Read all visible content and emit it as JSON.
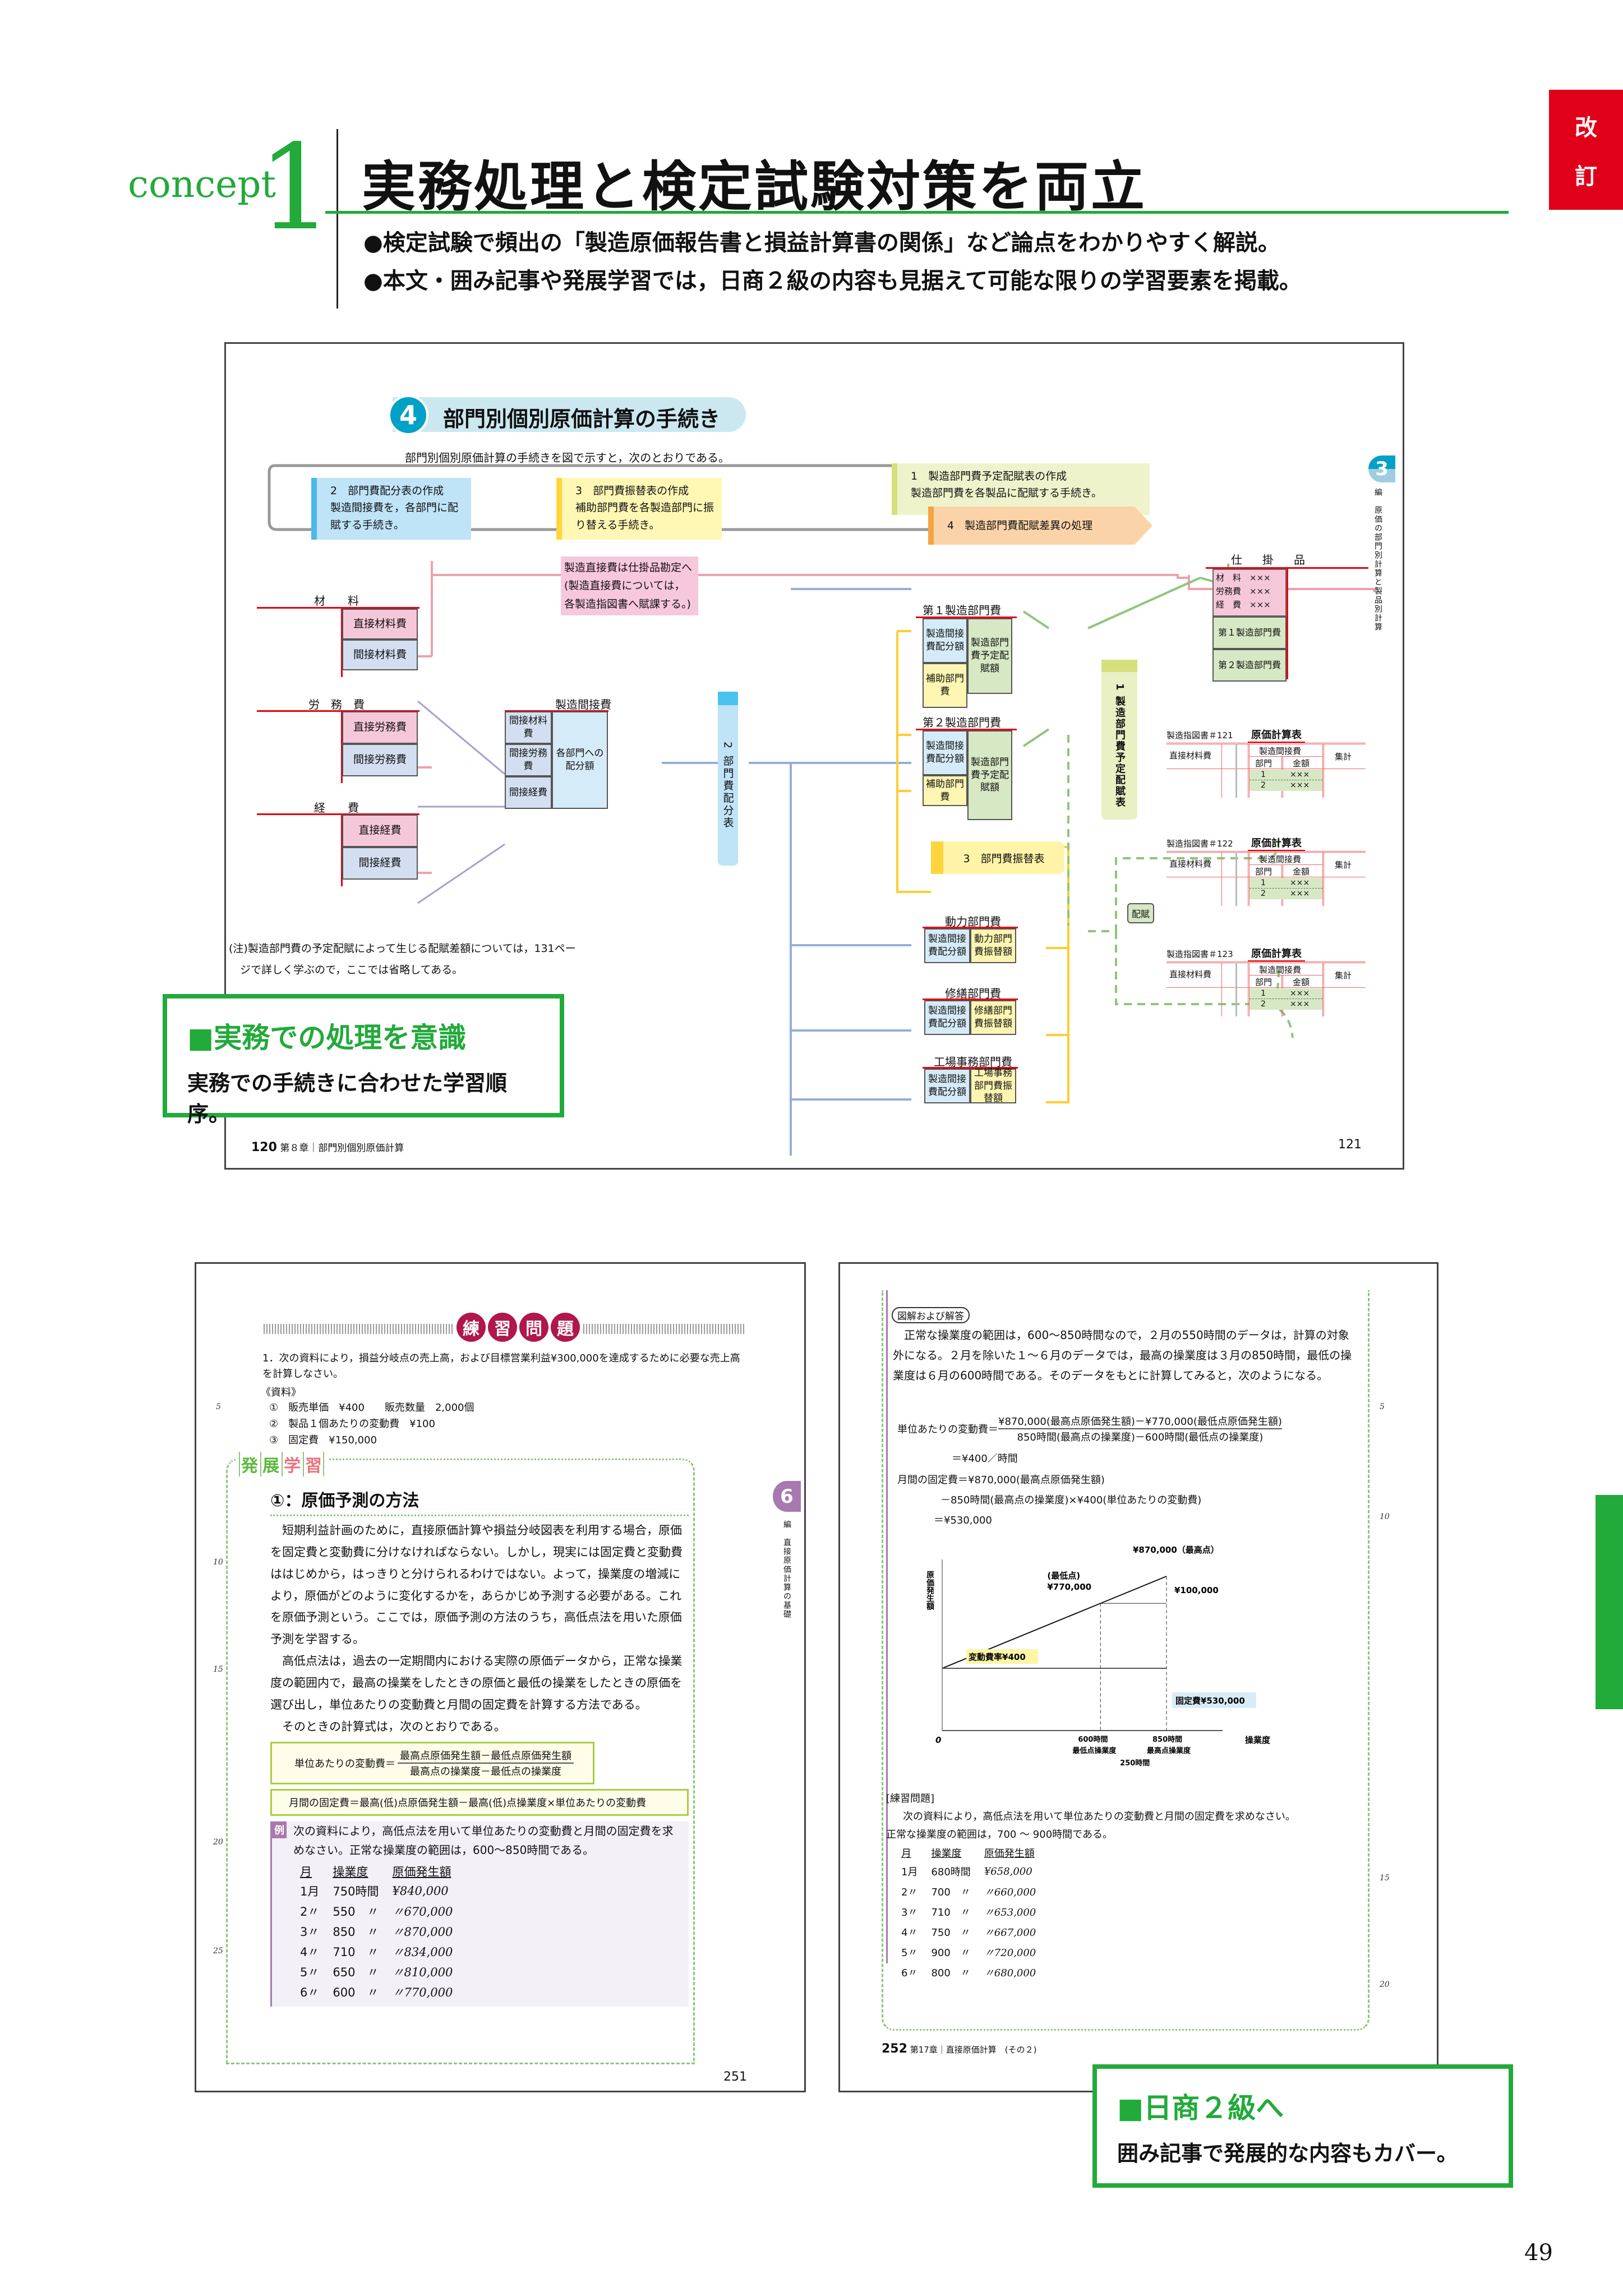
{
  "header": {
    "concept_label": "concept",
    "concept_number": "1",
    "title": "実務処理と検定試験対策を両立",
    "bullets": [
      "●検定試験で頻出の「製造原価報告書と損益計算書の関係」など論点をわかりやすく解説。",
      "●本文・囲み記事や発展学習では，日商２級の内容も見据えて可能な限りの学習要素を掲載。"
    ],
    "tag": [
      "改",
      "訂"
    ]
  },
  "spread1": {
    "section_number": "4",
    "section_title": "部門別個別原価計算の手続き",
    "intro": "部門別個別原価計算の手続きを図で示すと，次のとおりである。",
    "steps": {
      "s1_title": "1　製造部門費予定配賦表の作成",
      "s1_desc": "製造部門費を各製品に配賦する手続き。",
      "s2_title": "2　部門費配分表の作成",
      "s2_desc": "製造間接費を，各部門に配賦する手続き。",
      "s3_title": "3　部門費振替表の作成",
      "s3_desc": "補助部門費を各製造部門に振り替える手続き。",
      "s4_title": "4　製造部門費配賦差異の処理"
    },
    "note_pink": [
      "製造直接費は仕掛品勘定へ",
      "(製造直接費については，",
      "各製造指図書へ賦課する。)"
    ],
    "accounts": {
      "material": {
        "title": "材　　料",
        "rows": [
          "直接材料費",
          "間接材料費"
        ]
      },
      "labor": {
        "title": "労　務　費",
        "rows": [
          "直接労務費",
          "間接労務費"
        ]
      },
      "expense": {
        "title": "経　　費",
        "rows": [
          "直接経費",
          "間接経費"
        ]
      },
      "overhead": {
        "title": "製造間接費",
        "rows": [
          "間接材料費",
          "間接労務費",
          "間接経費"
        ],
        "right": "各部門への配分額"
      },
      "dept1": {
        "title": "第１製造部門費",
        "left1": "製造間接費配分額",
        "left2": "補助部門費",
        "right": "製造部門費予定配賦額"
      },
      "dept2": {
        "title": "第２製造部門費",
        "left1": "製造間接費配分額",
        "left2": "補助部門費",
        "right": "製造部門費予定配賦額"
      },
      "power": {
        "title": "動力部門費",
        "left": "製造間接費配分額",
        "right": "動力部門費振替額"
      },
      "repair": {
        "title": "修繕部門費",
        "left": "製造間接費配分額",
        "right": "修繕部門費振替額"
      },
      "office": {
        "title": "工場事務部門費",
        "left": "製造間接費配分額",
        "right": "工場事務部門費振替額"
      },
      "wip": {
        "title": "仕　掛　品",
        "rows": [
          "材　料　×××",
          "労務費　×××",
          "経　費　×××"
        ],
        "d1": "第１製造部門費",
        "d2": "第２製造部門費"
      }
    },
    "vertical_2": "2 部門費配分表",
    "vertical_1": "1 製造部門費予定配賦表",
    "transfer_label": "3　部門費振替表",
    "allocate_tag": "配賦",
    "cost_sheets": [
      {
        "order": "製造指図書＃121",
        "title": "原価計算表",
        "col1": "直接材料費",
        "mid": "製造間接費",
        "dept": "部門",
        "amount": "金額",
        "total": "集計",
        "rows": [
          [
            "1",
            "×××"
          ],
          [
            "2",
            "×××"
          ]
        ]
      },
      {
        "order": "製造指図書＃122",
        "title": "原価計算表",
        "col1": "直接材料費",
        "mid": "製造間接費",
        "dept": "部門",
        "amount": "金額",
        "total": "集計",
        "rows": [
          [
            "1",
            "×××"
          ],
          [
            "2",
            "×××"
          ]
        ]
      },
      {
        "order": "製造指図書＃123",
        "title": "原価計算表",
        "col1": "直接材料費",
        "mid": "製造間接費",
        "dept": "部門",
        "amount": "金額",
        "total": "集計",
        "rows": [
          [
            "1",
            "×××"
          ],
          [
            "2",
            "×××"
          ]
        ]
      }
    ],
    "footnote": [
      "(注)製造部門費の予定配賦によって生じる配賦差額については，131ペー",
      "ジで詳しく学ぶので，ここでは省略してある。"
    ],
    "side_tab_num": "3",
    "side_tab_text": "編　原価の部門別計算と製品別計算",
    "footer_left_page": "120",
    "footer_left_text": "第８章｜部門別個別原価計算",
    "footer_right_page": "121"
  },
  "callout1": {
    "title": "■実務での処理を意識",
    "sub": "実務での手続きに合わせた学習順序。"
  },
  "page251": {
    "badge": [
      "練",
      "習",
      "問",
      "題"
    ],
    "q1": "1．次の資料により，損益分岐点の売上高，および目標営業利益¥300,000を達成するために必要な売上高を計算しなさい。",
    "material_label": "《資料》",
    "materials": [
      "①　販売単価　¥400　　販売数量　2,000個",
      "②　製品１個あたりの変動費　¥100",
      "③　固定費　¥150,000"
    ],
    "dev_label": [
      "発",
      "展",
      "学",
      "習"
    ],
    "dev_title": "①：原価予測の方法",
    "paragraphs": [
      "短期利益計画のために，直接原価計算や損益分岐図表を利用する場合，原価を固定費と変動費に分けなければならない。しかし，現実には固定費と変動費ははじめから，はっきりと分けられるわけではない。よって，操業度の増減により，原価がどのように変化するかを，あらかじめ予測する必要がある。これを原価予測という。ここでは，原価予測の方法のうち，高低点法を用いた原価予測を学習する。",
      "高低点法は，過去の一定期間内における実際の原価データから，正常な操業度の範囲内で，最高の操業をしたときの原価と最低の操業をしたときの原価を選び出し，単位あたりの変動費と月間の固定費を計算する方法である。",
      "そのときの計算式は，次のとおりである。"
    ],
    "formula1_left": "単位あたりの変動費＝",
    "formula1_num": "最高点原価発生額－最低点原価発生額",
    "formula1_den": "最高点の操業度－最低点の操業度",
    "formula2": "月間の固定費＝最高(低)点原価発生額－最高(低)点操業度×単位あたりの変動費",
    "example_tag": "例",
    "example_text": "次の資料により，高低点法を用いて単位あたりの変動費と月間の固定費を求めなさい。正常な操業度の範囲は，600～850時間である。",
    "table_headers": [
      "月",
      "操業度",
      "原価発生額"
    ],
    "table_rows": [
      [
        "1月",
        "750時間",
        "¥840,000"
      ],
      [
        "2〃",
        "550　〃",
        "〃670,000"
      ],
      [
        "3〃",
        "850　〃",
        "〃870,000"
      ],
      [
        "4〃",
        "710　〃",
        "〃834,000"
      ],
      [
        "5〃",
        "650　〃",
        "〃810,000"
      ],
      [
        "6〃",
        "600　〃",
        "〃770,000"
      ]
    ],
    "line_numbers": [
      "5",
      "10",
      "15",
      "20",
      "25"
    ],
    "side_tab_num": "6",
    "side_tab_text": "編　直接原価計算の基礎",
    "page_number": "251"
  },
  "page252": {
    "answer_label": "図解および解答",
    "answer_text": "正常な操業度の範囲は，600～850時間なので，２月の550時間のデータは，計算の対象外になる。２月を除いた１～６月のデータでは，最高の操業度は３月の850時間，最低の操業度は６月の600時間である。そのデータをもとに計算してみると，次のようになる。",
    "calc1_left": "単位あたりの変動費＝",
    "calc1_num": "¥870,000(最高点原価発生額)－¥770,000(最低点原価発生額)",
    "calc1_den": "850時間(最高点の操業度)－600時間(最低点の操業度)",
    "calc1_result": "＝¥400／時間",
    "calc2_line1": "月間の固定費＝¥870,000(最高点原価発生額)",
    "calc2_line2": "－850時間(最高点の操業度)×¥400(単位あたりの変動費)",
    "calc2_result": "＝¥530,000",
    "practice_label": "[練習問題]",
    "practice_text1": "次の資料により，高低点法を用いて単位あたりの変動費と月間の固定費を求めなさい。",
    "practice_text2": "正常な操業度の範囲は，700 ～ 900時間である。",
    "table_headers": [
      "月",
      "操業度",
      "原価発生額"
    ],
    "table_rows": [
      [
        "1月",
        "680時間",
        "¥658,000"
      ],
      [
        "2〃",
        "700　〃",
        "〃660,000"
      ],
      [
        "3〃",
        "710　〃",
        "〃653,000"
      ],
      [
        "4〃",
        "750　〃",
        "〃667,000"
      ],
      [
        "5〃",
        "900　〃",
        "〃720,000"
      ],
      [
        "6〃",
        "800　〃",
        "〃680,000"
      ]
    ],
    "line_numbers": [
      "5",
      "10",
      "15",
      "20"
    ],
    "page_number": "252",
    "footer_text": "第17章｜直接原価計算　(その２)"
  },
  "chart_data": {
    "type": "line",
    "title": "",
    "ylabel": "原価発生額",
    "xlabel": "操業度",
    "origin_label": "0",
    "xlim": [
      0,
      950
    ],
    "ylim": [
      0,
      900000
    ],
    "series": [
      {
        "name": "原価発生額",
        "x": [
          0,
          600,
          850
        ],
        "y": [
          530000,
          770000,
          870000
        ]
      },
      {
        "name": "固定費",
        "x": [
          0,
          850
        ],
        "y": [
          530000,
          530000
        ]
      }
    ],
    "annotations": {
      "high": "¥870,000（最高点）",
      "low_label": "(最低点)",
      "low_value": "¥770,000",
      "diff": "¥100,000",
      "rate": "変動費率¥400",
      "fixed": "固定費¥530,000",
      "x600": "600時間",
      "x600_sub": "最低点操業度",
      "x850": "850時間",
      "x850_sub": "最高点操業度",
      "range": "250時間"
    }
  },
  "callout2": {
    "title": "■日商２級へ",
    "sub": "囲み記事で発展的な内容もカバー。"
  },
  "page_number": "49",
  "colors": {
    "brand_green": "#22aa3a",
    "red": "#e10019",
    "cyan": "#00a1c6",
    "purple": "#a878b0"
  }
}
